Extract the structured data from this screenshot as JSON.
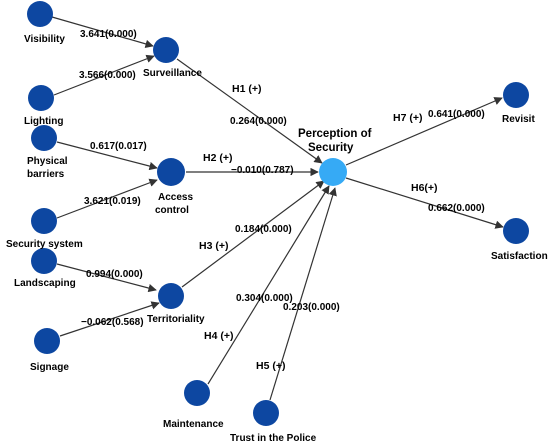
{
  "nodes": {
    "visibility": "Visibility",
    "lighting": "Lighting",
    "physical_barriers_1": "Physical",
    "physical_barriers_2": "barriers",
    "security_system": "Security system",
    "landscaping": "Landscaping",
    "signage": "Signage",
    "surveillance": "Surveillance",
    "access_control_1": "Access",
    "access_control_2": "control",
    "territoriality": "Territoriality",
    "maintenance": "Maintenance",
    "trust_police": "Trust in the Police",
    "perception_1": "Perception of",
    "perception_2": "Security",
    "revisit": "Revisit",
    "satisfaction": "Satisfaction"
  },
  "edges": {
    "visibility_surveillance": "3.641(0.000)",
    "lighting_surveillance": "3.566(0.000)",
    "barriers_access": "0.617(0.017)",
    "security_access": "3.621(0.019)",
    "landscaping_territoriality": "0.994(0.000)",
    "signage_territoriality": "−0.062(0.568)",
    "surveillance_perception": "0.264(0.000)",
    "access_perception": "−0.010(0.787)",
    "territoriality_perception": "0.184(0.000)",
    "maintenance_perception": "0.304(0.000)",
    "trust_perception": "0.203(0.000)",
    "perception_revisit": "0.641(0.000)",
    "perception_satisfaction": "0.662(0.000)"
  },
  "hypotheses": {
    "h1": "H1 (+)",
    "h2": "H2 (+)",
    "h3": "H3 (+)",
    "h4": "H4 (+)",
    "h5": "H5 (+)",
    "h6": "H6(+)",
    "h7": "H7 (+)"
  },
  "colors": {
    "node": "#0d47a1",
    "central_node": "#36aaf5",
    "edge": "#333333"
  }
}
